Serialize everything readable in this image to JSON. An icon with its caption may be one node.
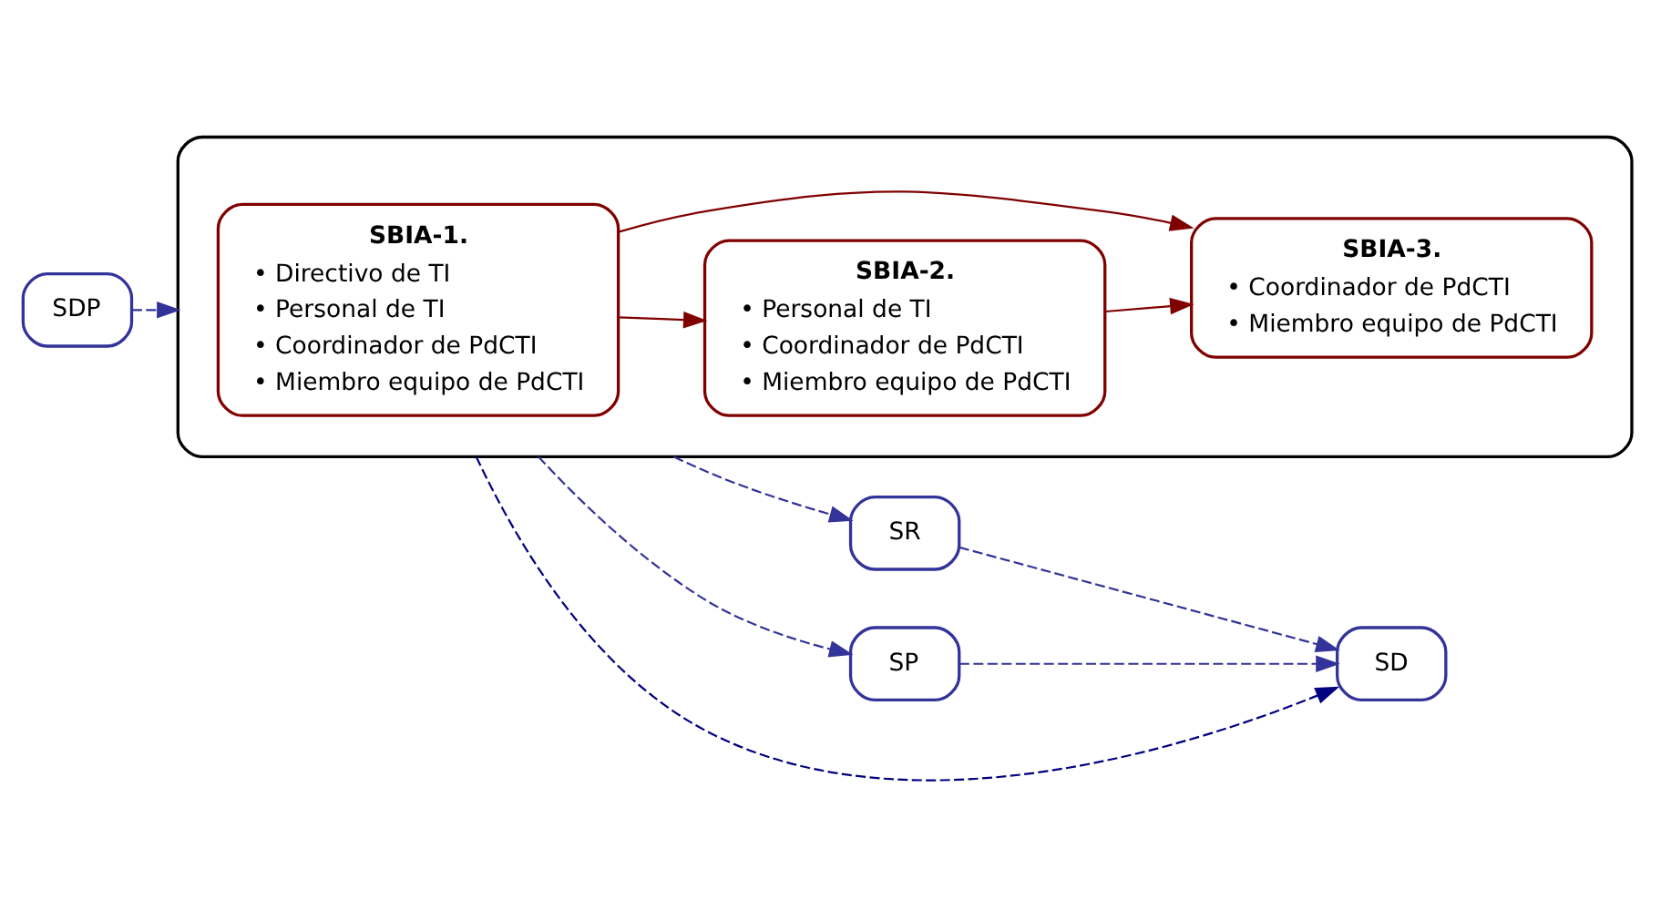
{
  "diagram": {
    "nodes": [
      {
        "text": [],
        "shape": "cloud"
      },
      {
        "text": [
          "SBIA-1.",
          "• Directivo de TI",
          "• Personal de TI",
          "• Coordinador de PdCTI",
          "• Miembro equipo de PdCTI"
        ],
        "in": 0
      },
      {
        "text": [
          "SBIA-2.",
          "• Personal de TI",
          "• Coordinador de PdCTI",
          "• Miembro equipo de PdCTI"
        ],
        "in": 0
      },
      {
        "text": [
          "SBIA-3.",
          "• Coordinador de PdCTI",
          "• Miembro equipo de PdCTI"
        ],
        "in": 0
      },
      {
        "text": [
          "SDP"
        ]
      },
      {
        "text": [
          "SR"
        ]
      },
      {
        "text": [
          "SP"
        ]
      },
      {
        "text": [
          "SD"
        ]
      }
    ],
    "edges": [
      {
        "from": 4,
        "to": 0,
        "arrow": "to",
        "style": "dashed"
      },
      {
        "from": 1,
        "to": 2,
        "arrow": "to",
        "color": "#800000"
      },
      {
        "from": 1,
        "to": 3,
        "arrow": "to",
        "color": "#800000"
      },
      {
        "from": 2,
        "to": 3,
        "arrow": "to",
        "color": "#800000"
      },
      {
        "from": 0,
        "to": 5,
        "arrow": "to",
        "style": "dashed"
      },
      {
        "from": 0,
        "to": 6,
        "arrow": "to",
        "style": "dashed"
      },
      {
        "from": 0,
        "to": 7,
        "arrow": "to",
        "style": "dashed",
        "color": "#000080"
      },
      {
        "from": 5,
        "to": 7,
        "arrow": "to",
        "style": "dashed"
      },
      {
        "from": 6,
        "to": 7,
        "arrow": "to",
        "style": "dashed"
      }
    ]
  }
}
